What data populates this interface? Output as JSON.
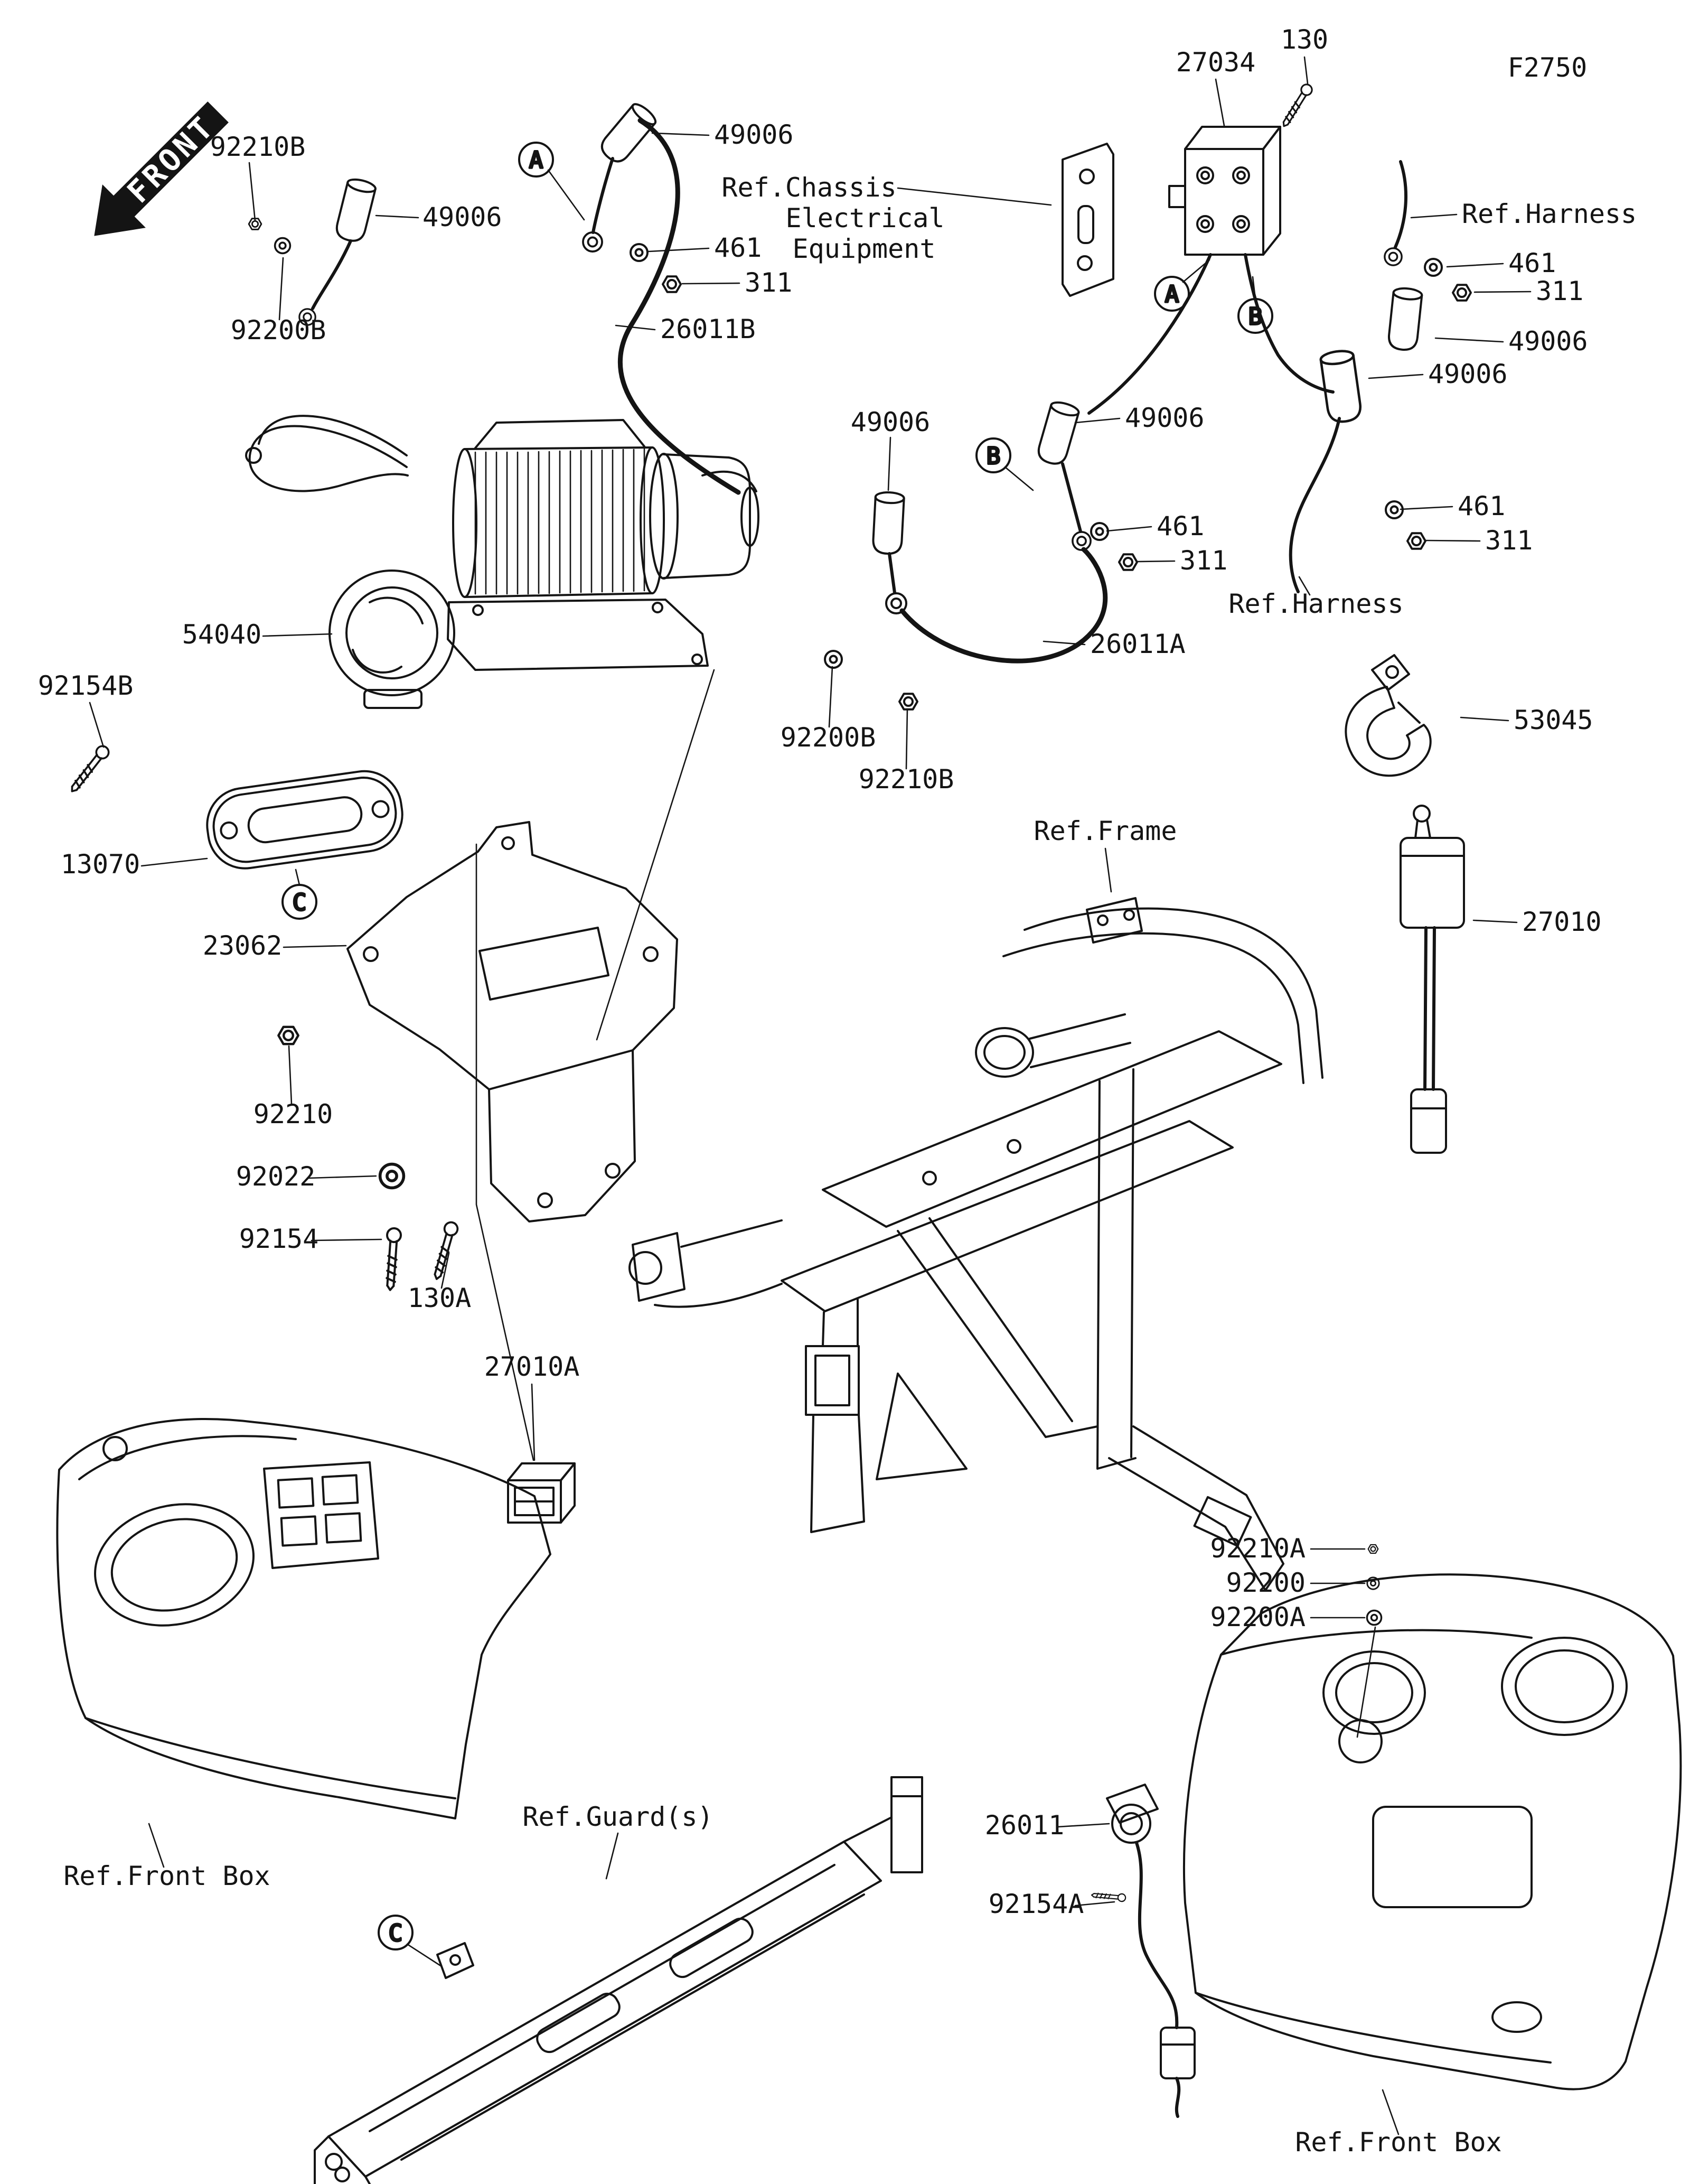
{
  "page_code": "F2750",
  "front_marker": "FRONT",
  "parts": {
    "p130": "130",
    "p130a": "130A",
    "p311": "311",
    "p461": "461",
    "p13070": "13070",
    "p23062": "23062",
    "p26011": "26011",
    "p26011a": "26011A",
    "p26011b": "26011B",
    "p27010": "27010",
    "p27010a": "27010A",
    "p27034": "27034",
    "p49006": "49006",
    "p53045": "53045",
    "p54040": "54040",
    "p92022": "92022",
    "p92154": "92154",
    "p92154a": "92154A",
    "p92154b": "92154B",
    "p92200": "92200",
    "p92200a": "92200A",
    "p92200b": "92200B",
    "p92210": "92210",
    "p92210a": "92210A",
    "p92210b": "92210B"
  },
  "refs": {
    "chassis_line1": "Ref.Chassis",
    "chassis_line2": "Electrical",
    "chassis_line3": "Equipment",
    "harness": "Ref.Harness",
    "frame": "Ref.Frame",
    "front_box": "Ref.Front Box",
    "guards": "Ref.Guard(s)"
  },
  "markers": {
    "a": "A",
    "b": "B",
    "c": "C"
  }
}
